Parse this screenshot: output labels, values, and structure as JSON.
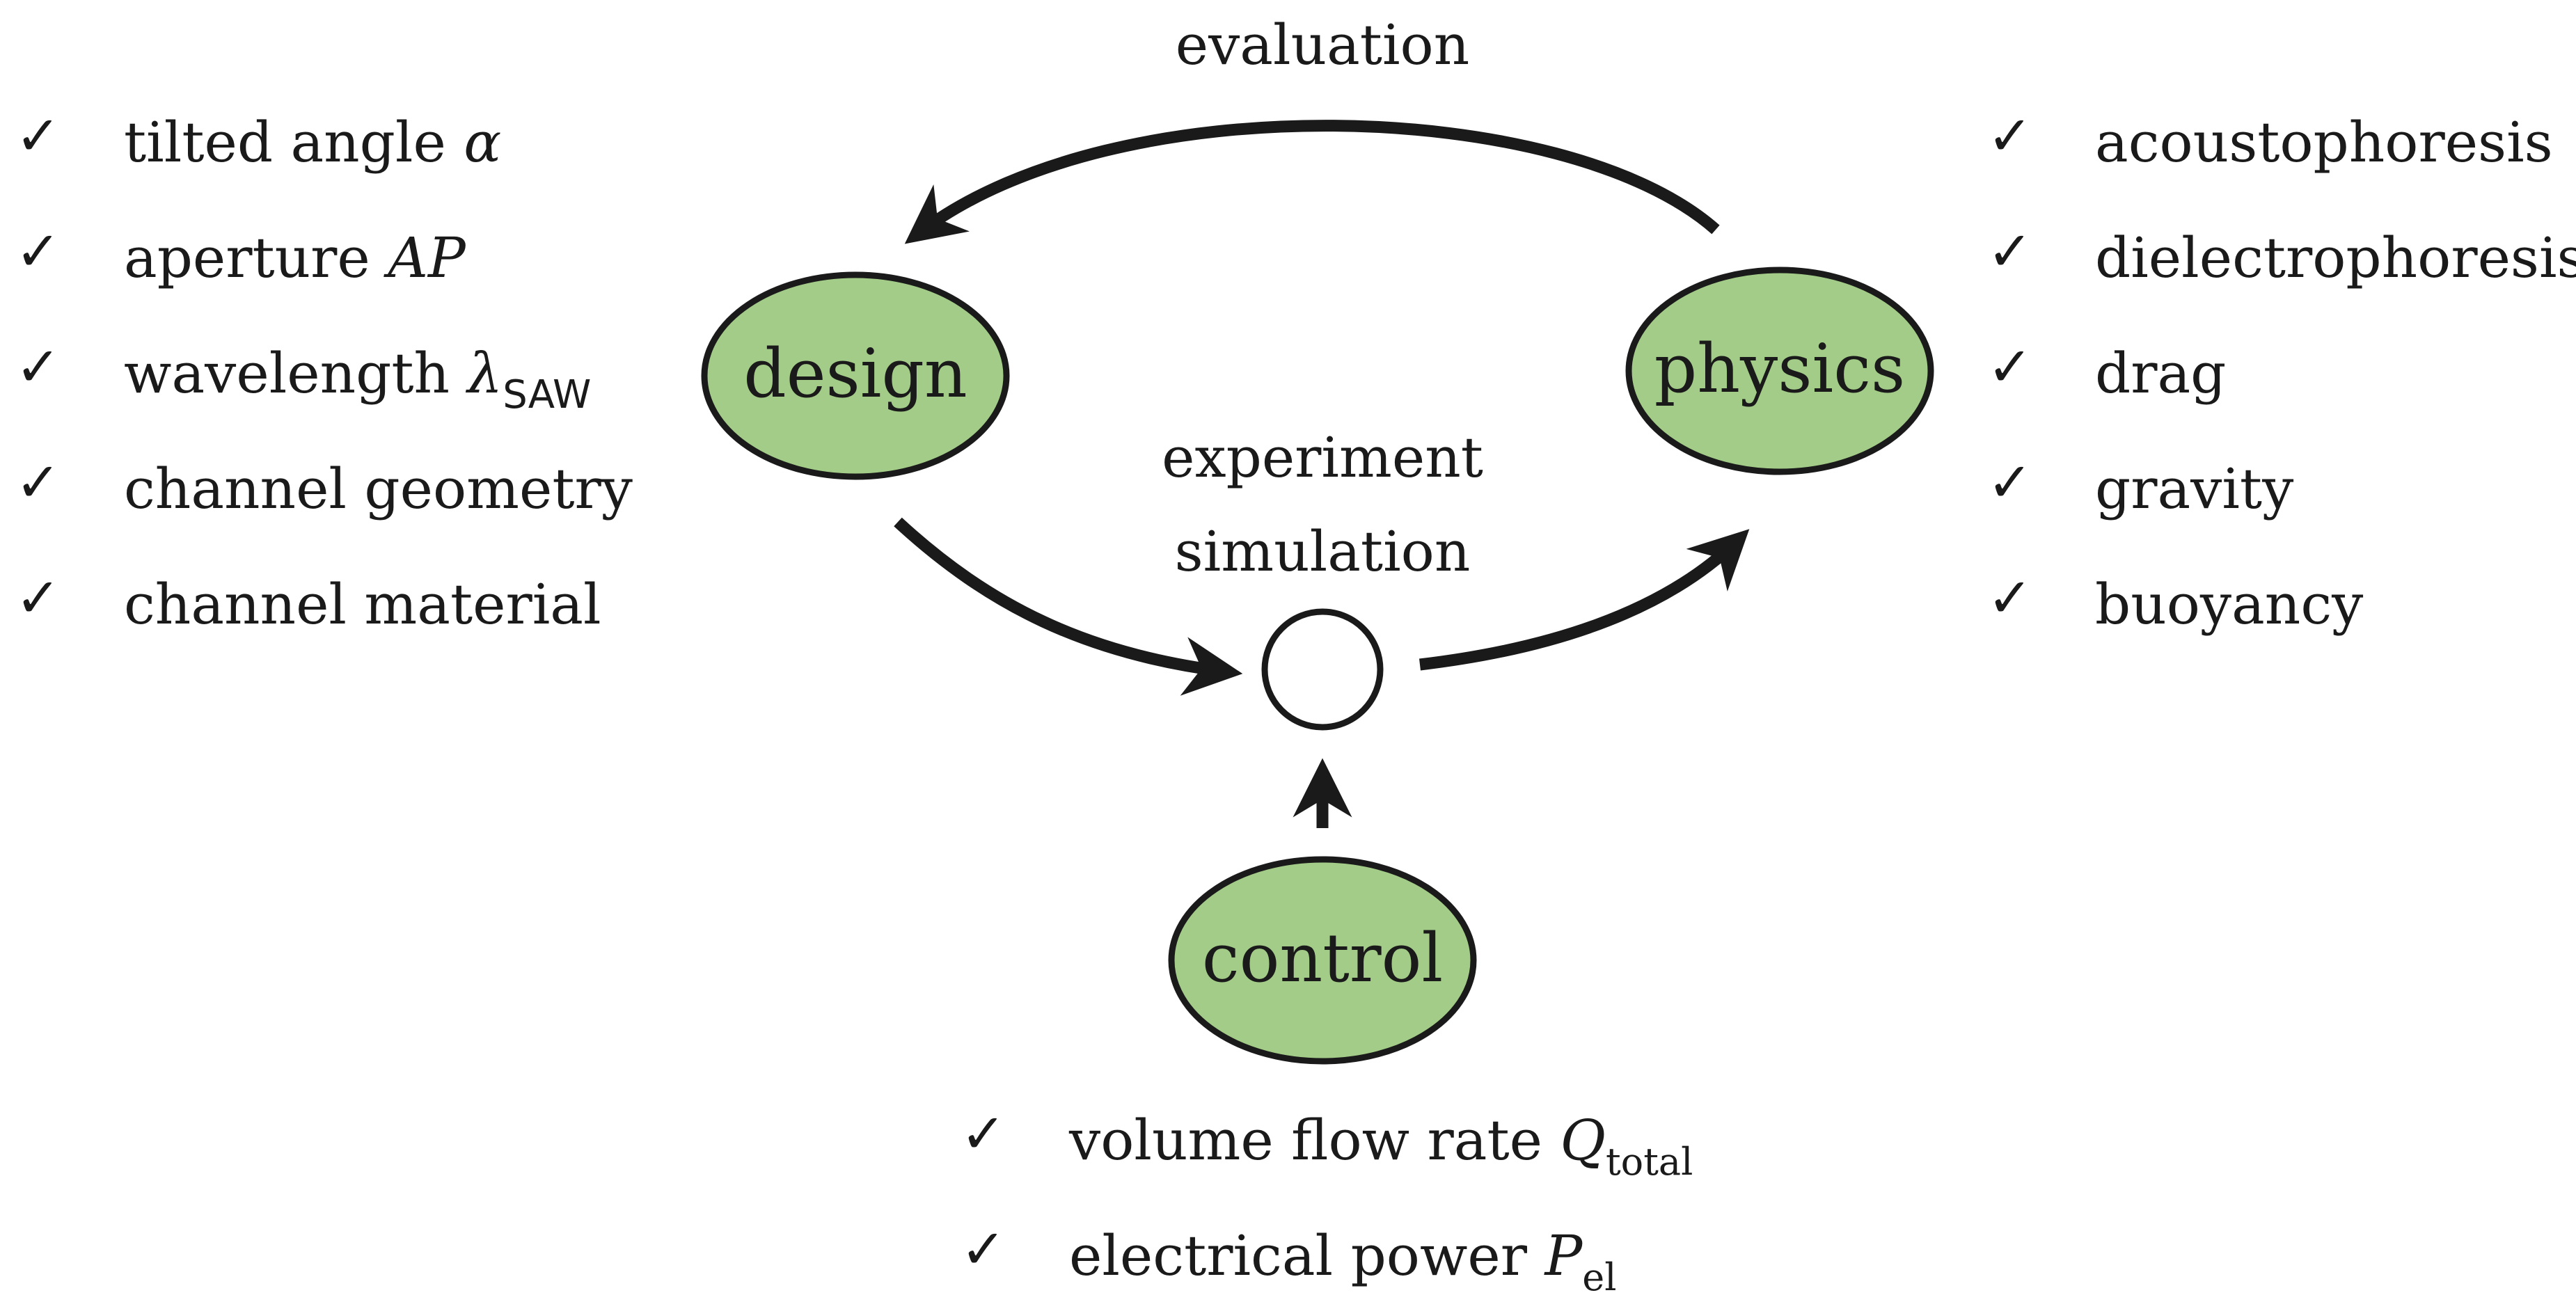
{
  "diagram": {
    "nodes": {
      "design": "design",
      "physics": "physics",
      "control": "control"
    },
    "labels": {
      "evaluation": "evaluation",
      "experiment": "experiment",
      "simulation": "simulation"
    },
    "check_symbol": "✓",
    "colors": {
      "node_fill": "#a3cc88",
      "stroke": "#1a1a1a",
      "background": "#ffffff"
    },
    "design_list": [
      {
        "text": "tilted angle ",
        "math": "α",
        "sub": ""
      },
      {
        "text": "aperture ",
        "math": "AP",
        "sub": ""
      },
      {
        "text": "wavelength ",
        "math": "λ",
        "sub": "SAW"
      },
      {
        "text": "channel geometry",
        "math": "",
        "sub": ""
      },
      {
        "text": "channel material",
        "math": "",
        "sub": ""
      }
    ],
    "physics_list": [
      {
        "text": "acoustophoresis"
      },
      {
        "text": "dielectrophoresis"
      },
      {
        "text": "drag"
      },
      {
        "text": "gravity"
      },
      {
        "text": "buoyancy"
      }
    ],
    "control_list": [
      {
        "text": "volume flow rate ",
        "math": "Q",
        "sub": "total"
      },
      {
        "text": "electrical power ",
        "math": "P",
        "sub": "el"
      }
    ]
  }
}
